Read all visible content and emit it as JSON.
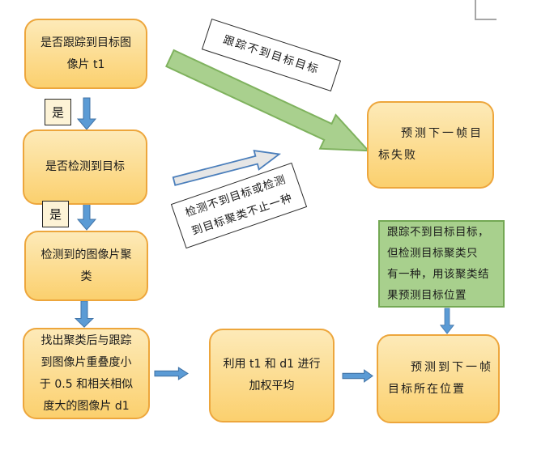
{
  "colors": {
    "text": "#1a1a1a",
    "node_fill_top": "#fdeab8",
    "node_fill_bottom": "#fbd06e",
    "node_border": "#eda63c",
    "yes_fill": "#fdf3d6",
    "yes_border": "#262626",
    "green_note_fill": "#a8d08d",
    "green_note_border": "#74a854",
    "green_arrow_fill": "#a9d08e",
    "green_arrow_border": "#7fb25e",
    "gray_arrow_fill": "#e6e6e6",
    "gray_arrow_border": "#4a7ebb",
    "blue_arrow_fill": "#5b9bd5",
    "blue_arrow_border": "#4173a6",
    "label_border": "#2b2b2b",
    "corner_mark": "#a6a6a6"
  },
  "nodes": {
    "track_question": {
      "lines": [
        "是否跟踪到目标图",
        "像片 t1"
      ]
    },
    "detect_question": {
      "lines": [
        "是否检测到目标"
      ]
    },
    "cluster": {
      "lines": [
        "检测到的图像片聚",
        "类"
      ]
    },
    "find_patch": {
      "lines": [
        "找出聚类后与跟踪",
        "到图像片重叠度小",
        "于 0.5 和相关相似",
        "度大的图像片 d1"
      ]
    },
    "weighted_average": {
      "lines": [
        "利用 t1 和 d1 进行",
        "加权平均"
      ]
    },
    "predict_fail": {
      "lines": [
        "预测下一帧目",
        "标失败"
      ]
    },
    "predict_position": {
      "lines": [
        "预测到下一帧",
        "目标所在位置"
      ]
    },
    "green_note": {
      "lines": [
        "跟踪不到目标目标，",
        "但检测目标聚类只",
        "有一种，用该聚类结",
        "果预测目标位置"
      ]
    }
  },
  "labels": {
    "yes_1": "是",
    "yes_2": "是",
    "track_fail": "跟踪不到目标目标",
    "detect_fail_line1": "检测不到目标或检测",
    "detect_fail_line2": "到目标聚类不止一种"
  }
}
